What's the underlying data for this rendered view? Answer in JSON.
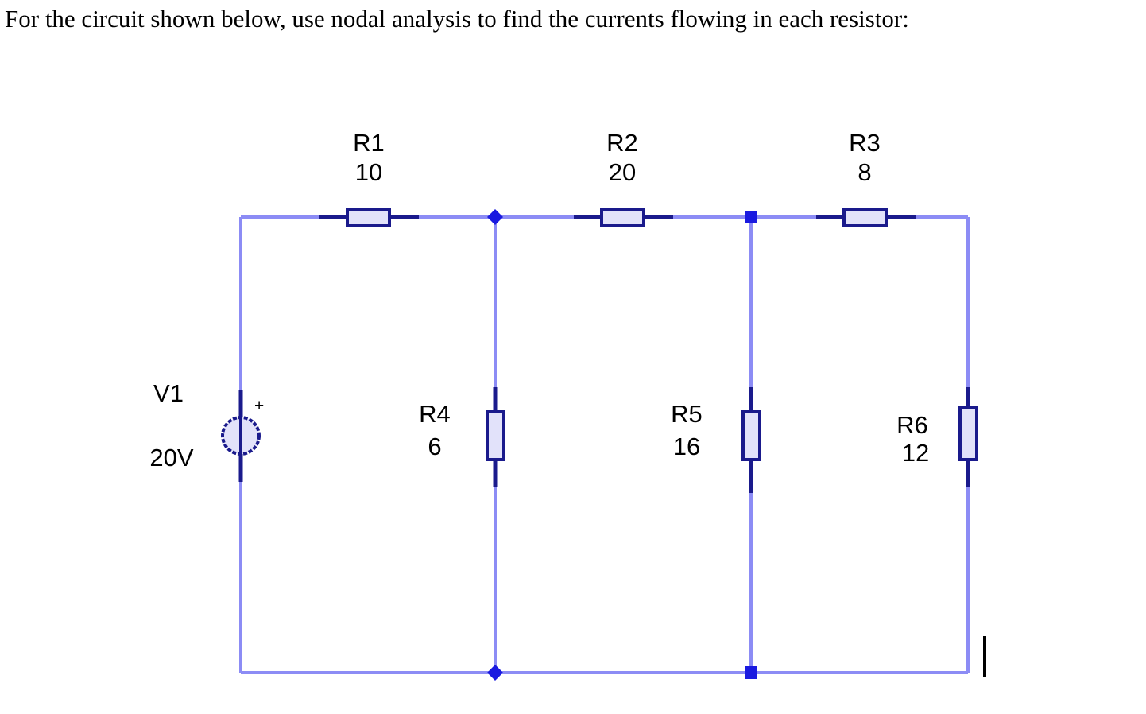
{
  "prompt": {
    "text": "For the circuit shown below, use nodal analysis to find the currents flowing in each resistor:"
  },
  "circuit": {
    "title": "nodal-analysis-circuit",
    "colors": {
      "wire": "#8c8cf5",
      "component_outline": "#1a1a8c",
      "component_fill": "#e2e2fa",
      "node_marker": "#1a1ae0",
      "text": "#000000",
      "background": "#ffffff"
    },
    "source": {
      "ref": "V1",
      "value": "20V",
      "polarity": "+",
      "type": "dc-voltage-source"
    },
    "resistors": [
      {
        "ref": "R1",
        "value": "10",
        "orientation": "horizontal"
      },
      {
        "ref": "R2",
        "value": "20",
        "orientation": "horizontal"
      },
      {
        "ref": "R3",
        "value": "8",
        "orientation": "horizontal"
      },
      {
        "ref": "R4",
        "value": "6",
        "orientation": "vertical"
      },
      {
        "ref": "R5",
        "value": "16",
        "orientation": "vertical"
      },
      {
        "ref": "R6",
        "value": "12",
        "orientation": "vertical"
      }
    ],
    "nodes": [
      {
        "name": "node-a-top",
        "marker": "diamond"
      },
      {
        "name": "node-b-top",
        "marker": "square"
      },
      {
        "name": "node-a-bottom",
        "marker": "diamond"
      },
      {
        "name": "node-b-bottom",
        "marker": "square"
      }
    ]
  },
  "caret": {
    "name": "text-cursor"
  }
}
